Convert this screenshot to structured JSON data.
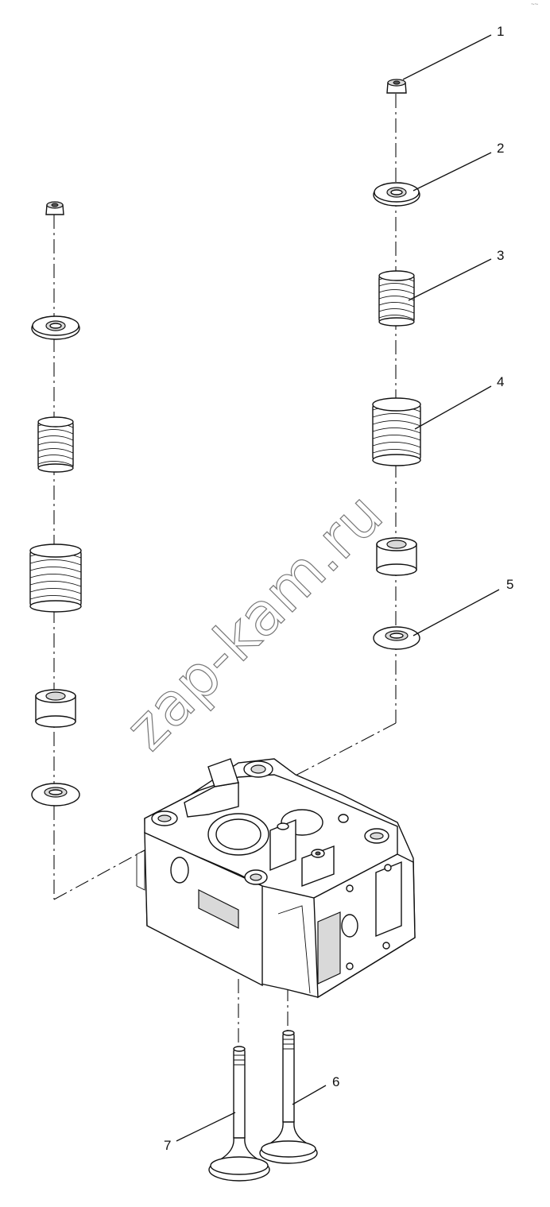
{
  "callouts": [
    "1",
    "2",
    "3",
    "4",
    "5",
    "6",
    "7"
  ],
  "watermark": "zap-kam.ru",
  "corner_mark": "~~",
  "colors": {
    "line": "#111111",
    "background": "#ffffff",
    "shade": "#d9d9d9",
    "watermark": "#777777"
  }
}
